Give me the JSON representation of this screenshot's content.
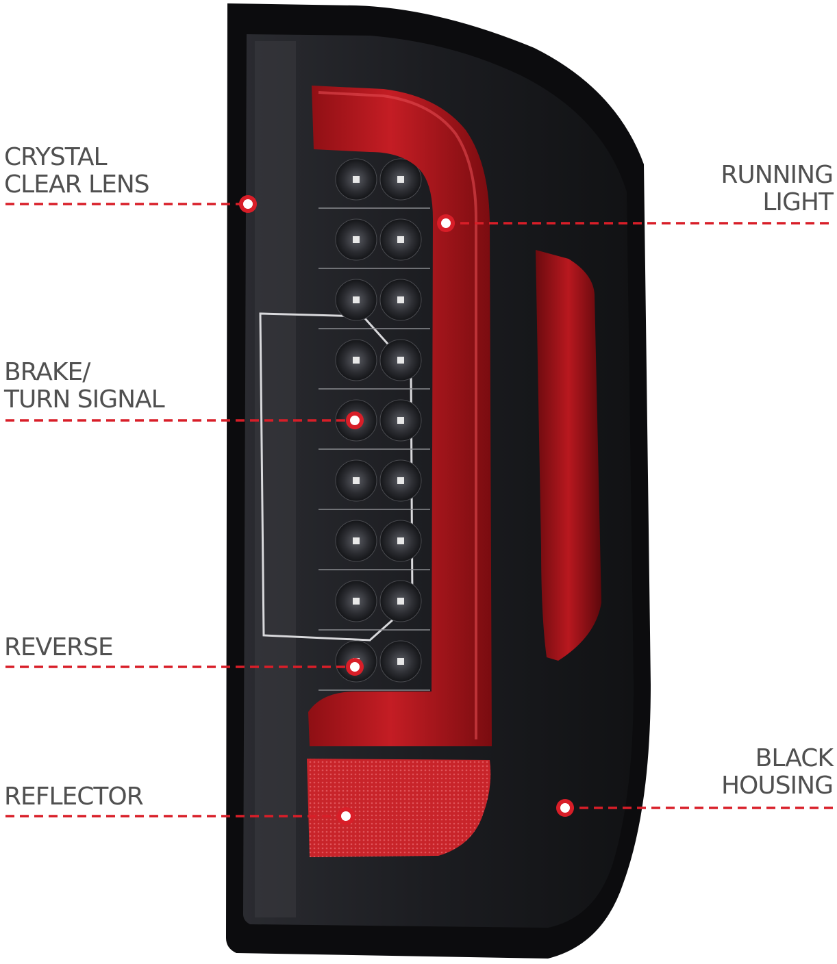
{
  "colors": {
    "housing": "#0c0c0e",
    "lens_smoke": "#1f2024",
    "running_light_red": "#b3151b",
    "reflector_red": "#c8242a",
    "leader_red": "#d81e28",
    "label_text": "#505050"
  },
  "callouts": {
    "crystal_clear_lens": {
      "line1": "CRYSTAL",
      "line2": "CLEAR LENS"
    },
    "brake_turn_signal": {
      "line1": "BRAKE/",
      "line2": "TURN SIGNAL"
    },
    "reverse": {
      "line1": "REVERSE"
    },
    "reflector": {
      "line1": "REFLECTOR"
    },
    "running_light": {
      "line1": "RUNNING",
      "line2": "LIGHT"
    },
    "black_housing": {
      "line1": "BLACK",
      "line2": "HOUSING"
    }
  }
}
